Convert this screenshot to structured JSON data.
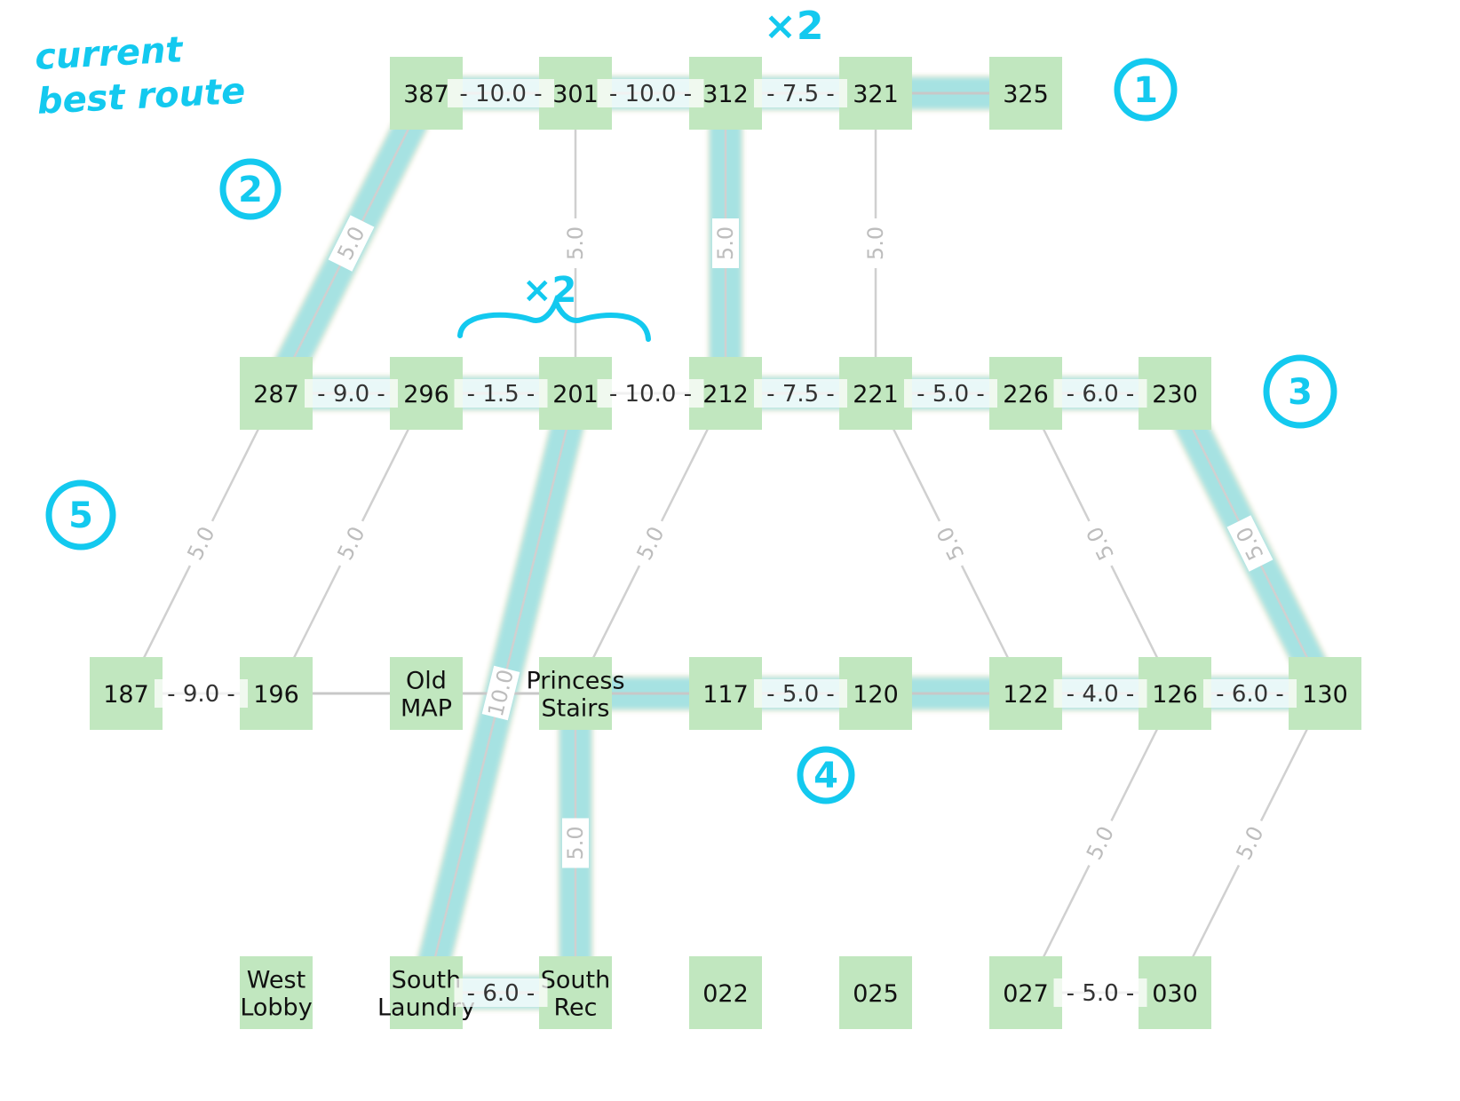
{
  "rows": {
    "r3": [
      "387",
      "301",
      "312",
      "321",
      "325"
    ],
    "r2": [
      "287",
      "296",
      "201",
      "212",
      "221",
      "226",
      "230"
    ],
    "r1": [
      "187",
      "196",
      "Old\nMAP",
      "Princess\nStairs",
      "117",
      "120",
      "122",
      "126",
      "130"
    ],
    "r0": [
      "West\nLobby",
      "South\nLaundry",
      "South\nRec",
      "022",
      "025",
      "027",
      "030"
    ]
  },
  "nodes": [
    {
      "id": "387",
      "label": "387"
    },
    {
      "id": "301",
      "label": "301"
    },
    {
      "id": "312",
      "label": "312"
    },
    {
      "id": "321",
      "label": "321"
    },
    {
      "id": "325",
      "label": "325"
    },
    {
      "id": "287",
      "label": "287"
    },
    {
      "id": "296",
      "label": "296"
    },
    {
      "id": "201",
      "label": "201"
    },
    {
      "id": "212",
      "label": "212"
    },
    {
      "id": "221",
      "label": "221"
    },
    {
      "id": "226",
      "label": "226"
    },
    {
      "id": "230",
      "label": "230"
    },
    {
      "id": "187",
      "label": "187"
    },
    {
      "id": "196",
      "label": "196"
    },
    {
      "id": "OldMAP",
      "label": "Old\nMAP"
    },
    {
      "id": "PrincessStairs",
      "label": "Princess\nStairs"
    },
    {
      "id": "117",
      "label": "117"
    },
    {
      "id": "120",
      "label": "120"
    },
    {
      "id": "122",
      "label": "122"
    },
    {
      "id": "126",
      "label": "126"
    },
    {
      "id": "130",
      "label": "130"
    },
    {
      "id": "WestLobby",
      "label": "West\nLobby"
    },
    {
      "id": "SouthLaundry",
      "label": "South\nLaundry"
    },
    {
      "id": "SouthRec",
      "label": "South\nRec"
    },
    {
      "id": "022",
      "label": "022"
    },
    {
      "id": "025",
      "label": "025"
    },
    {
      "id": "027",
      "label": "027"
    },
    {
      "id": "030",
      "label": "030"
    }
  ],
  "edges": [
    {
      "from": "387",
      "to": "301",
      "label": "10.0"
    },
    {
      "from": "301",
      "to": "312",
      "label": "10.0"
    },
    {
      "from": "312",
      "to": "321",
      "label": "7.5"
    },
    {
      "from": "321",
      "to": "325",
      "label": ""
    },
    {
      "from": "287",
      "to": "296",
      "label": "9.0"
    },
    {
      "from": "296",
      "to": "201",
      "label": "1.5"
    },
    {
      "from": "201",
      "to": "212",
      "label": "10.0"
    },
    {
      "from": "212",
      "to": "221",
      "label": "7.5"
    },
    {
      "from": "221",
      "to": "226",
      "label": "5.0"
    },
    {
      "from": "226",
      "to": "230",
      "label": "6.0"
    },
    {
      "from": "187",
      "to": "196",
      "label": "9.0"
    },
    {
      "from": "196",
      "to": "OldMAP",
      "label": ""
    },
    {
      "from": "OldMAP",
      "to": "PrincessStairs",
      "label": ""
    },
    {
      "from": "PrincessStairs",
      "to": "117",
      "label": ""
    },
    {
      "from": "117",
      "to": "120",
      "label": "5.0"
    },
    {
      "from": "120",
      "to": "122",
      "label": ""
    },
    {
      "from": "122",
      "to": "126",
      "label": "4.0"
    },
    {
      "from": "126",
      "to": "130",
      "label": "6.0"
    },
    {
      "from": "SouthLaundry",
      "to": "SouthRec",
      "label": "6.0"
    },
    {
      "from": "027",
      "to": "030",
      "label": "5.0"
    },
    {
      "from": "387",
      "to": "287",
      "label": "5.0"
    },
    {
      "from": "301",
      "to": "201",
      "label": "5.0"
    },
    {
      "from": "312",
      "to": "212",
      "label": "5.0"
    },
    {
      "from": "321",
      "to": "221",
      "label": "5.0"
    },
    {
      "from": "287",
      "to": "187",
      "label": "5.0"
    },
    {
      "from": "296",
      "to": "196",
      "label": "5.0"
    },
    {
      "from": "201",
      "to": "SouthLaundry",
      "label": "10.0"
    },
    {
      "from": "212",
      "to": "PrincessStairs",
      "label": "5.0"
    },
    {
      "from": "221",
      "to": "122",
      "label": "5.0"
    },
    {
      "from": "226",
      "to": "126",
      "label": "5.0"
    },
    {
      "from": "230",
      "to": "130",
      "label": "5.0"
    },
    {
      "from": "PrincessStairs",
      "to": "SouthRec",
      "label": "5.0"
    },
    {
      "from": "126",
      "to": "027",
      "label": "5.0"
    },
    {
      "from": "130",
      "to": "030",
      "label": "5.0"
    }
  ],
  "highlight_route": [
    "325",
    "321",
    "312",
    "212",
    "221",
    "226",
    "230",
    "130",
    "126",
    "122",
    "120",
    "117",
    "PrincessStairs",
    "SouthRec",
    "SouthLaundry",
    "201",
    "296",
    "287",
    "387",
    "301",
    "312"
  ],
  "annotations": {
    "note": "current\nbest route",
    "multiplier_top": "×2",
    "multiplier_mid": "×2",
    "circles": [
      "1",
      "2",
      "3",
      "4",
      "5"
    ]
  },
  "colors": {
    "node_fill": "#c1e7bf",
    "edge": "#d0d0d0",
    "highlight": "#3fd4f2",
    "orange_tint": "#f4cf8a",
    "ink": "#13c9ef"
  }
}
